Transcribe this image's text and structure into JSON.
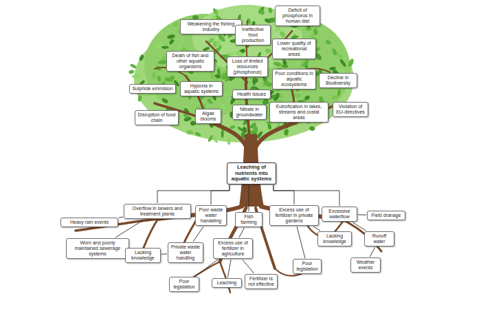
{
  "diagram": {
    "nodes": [
      {
        "text": [
          "Deficit of phosphorus in human diet"
        ]
      },
      {
        "text": [
          "Weakening the fishing industry"
        ]
      },
      {
        "text": [
          "Ineffective food production"
        ]
      },
      {
        "text": [
          "Lower quality of recreational areas"
        ]
      },
      {
        "text": [
          "Death of fish and other aquatic organisms"
        ]
      },
      {
        "text": [
          "Loss of limited resources (phosphorus)"
        ]
      },
      {
        "text": [
          "Poor conditions in aquatic ecosystems"
        ]
      },
      {
        "text": [
          "Decline in Biodiversity"
        ]
      },
      {
        "text": [
          "Sulphide emmision"
        ]
      },
      {
        "text": [
          "Hypoxia in aquatic systems"
        ]
      },
      {
        "text": [
          "Health issues"
        ]
      },
      {
        "text": [
          "Nitrate in groundwater"
        ]
      },
      {
        "text": [
          "Eutrofication in lakes, streams and costal areas"
        ]
      },
      {
        "text": [
          "Violation of EU-directives"
        ]
      },
      {
        "text": [
          "Disruption of food chain"
        ]
      },
      {
        "text": [
          "Algae blooms"
        ]
      },
      {
        "text": [
          "Leaching of nutrients into aquatic systems"
        ]
      },
      {
        "text": [
          "Overflow in sewers and treatment plants"
        ]
      },
      {
        "text": [
          "Poor waste water handeling"
        ]
      },
      {
        "text": [
          "Fish farming"
        ]
      },
      {
        "text": [
          "Excess use of fertilizer in private gardens"
        ]
      },
      {
        "text": [
          "Excessive waterflow"
        ]
      },
      {
        "text": [
          "Field dranage"
        ]
      },
      {
        "text": [
          "Heavy rain events"
        ]
      },
      {
        "text": [
          "Worn and poorly maintained sewerage systems"
        ]
      },
      {
        "text": [
          "Lacking knowledge"
        ]
      },
      {
        "text": [
          "Private waste water handling"
        ]
      },
      {
        "text": [
          "Excess use of fertilizer in agriculture"
        ]
      },
      {
        "text": [
          "Lacking knowledge"
        ]
      },
      {
        "text": [
          "Runoff water"
        ]
      },
      {
        "text": [
          "Poor legislation"
        ]
      },
      {
        "text": [
          "Leaching"
        ]
      },
      {
        "text": [
          "Fertilizer is not effective"
        ]
      },
      {
        "text": [
          "Poor legislation"
        ]
      },
      {
        "text": [
          "Weather events"
        ]
      }
    ],
    "edges": [
      {
        "from": 16,
        "to": 17,
        "arrow": "none"
      },
      {
        "from": 16,
        "to": 18,
        "arrow": "none"
      },
      {
        "from": 16,
        "to": 19,
        "arrow": "none"
      },
      {
        "from": 16,
        "to": 20,
        "arrow": "none"
      },
      {
        "from": 16,
        "to": 21,
        "arrow": "none"
      },
      {
        "from": 17,
        "to": 23,
        "arrow": "none"
      },
      {
        "from": 17,
        "to": 24,
        "arrow": "none"
      },
      {
        "from": 18,
        "to": 26,
        "arrow": "none"
      },
      {
        "from": 26,
        "to": 25,
        "arrow": "none"
      },
      {
        "from": 19,
        "to": 27,
        "arrow": "none"
      },
      {
        "from": 27,
        "to": 30,
        "arrow": "none"
      },
      {
        "from": 27,
        "to": 31,
        "arrow": "none"
      },
      {
        "from": 27,
        "to": 32,
        "arrow": "none"
      },
      {
        "from": 20,
        "to": 28,
        "arrow": "none"
      },
      {
        "from": 20,
        "to": 33,
        "arrow": "none"
      },
      {
        "from": 21,
        "to": 22,
        "arrow": "none"
      },
      {
        "from": 21,
        "to": 29,
        "arrow": "none"
      },
      {
        "from": 29,
        "to": 34,
        "arrow": "none"
      }
    ]
  }
}
